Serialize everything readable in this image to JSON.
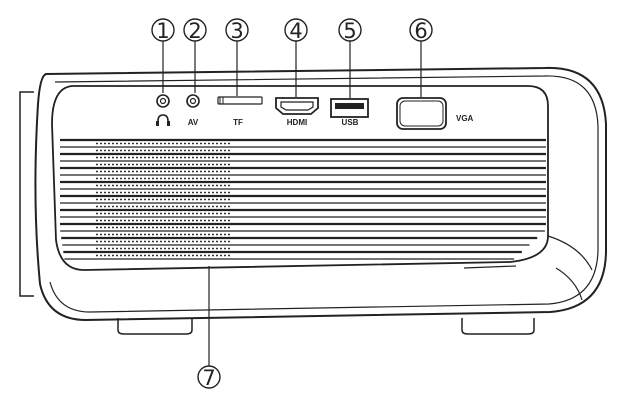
{
  "callouts": [
    "1",
    "2",
    "3",
    "4",
    "5",
    "6",
    "7"
  ],
  "ports": {
    "headphone": {
      "icon": "headphone-icon"
    },
    "av": {
      "label": "AV"
    },
    "tf": {
      "label": "TF"
    },
    "hdmi": {
      "label": "HDMI"
    },
    "usb": {
      "label": "USB"
    },
    "vga": {
      "label": "VGA"
    }
  }
}
